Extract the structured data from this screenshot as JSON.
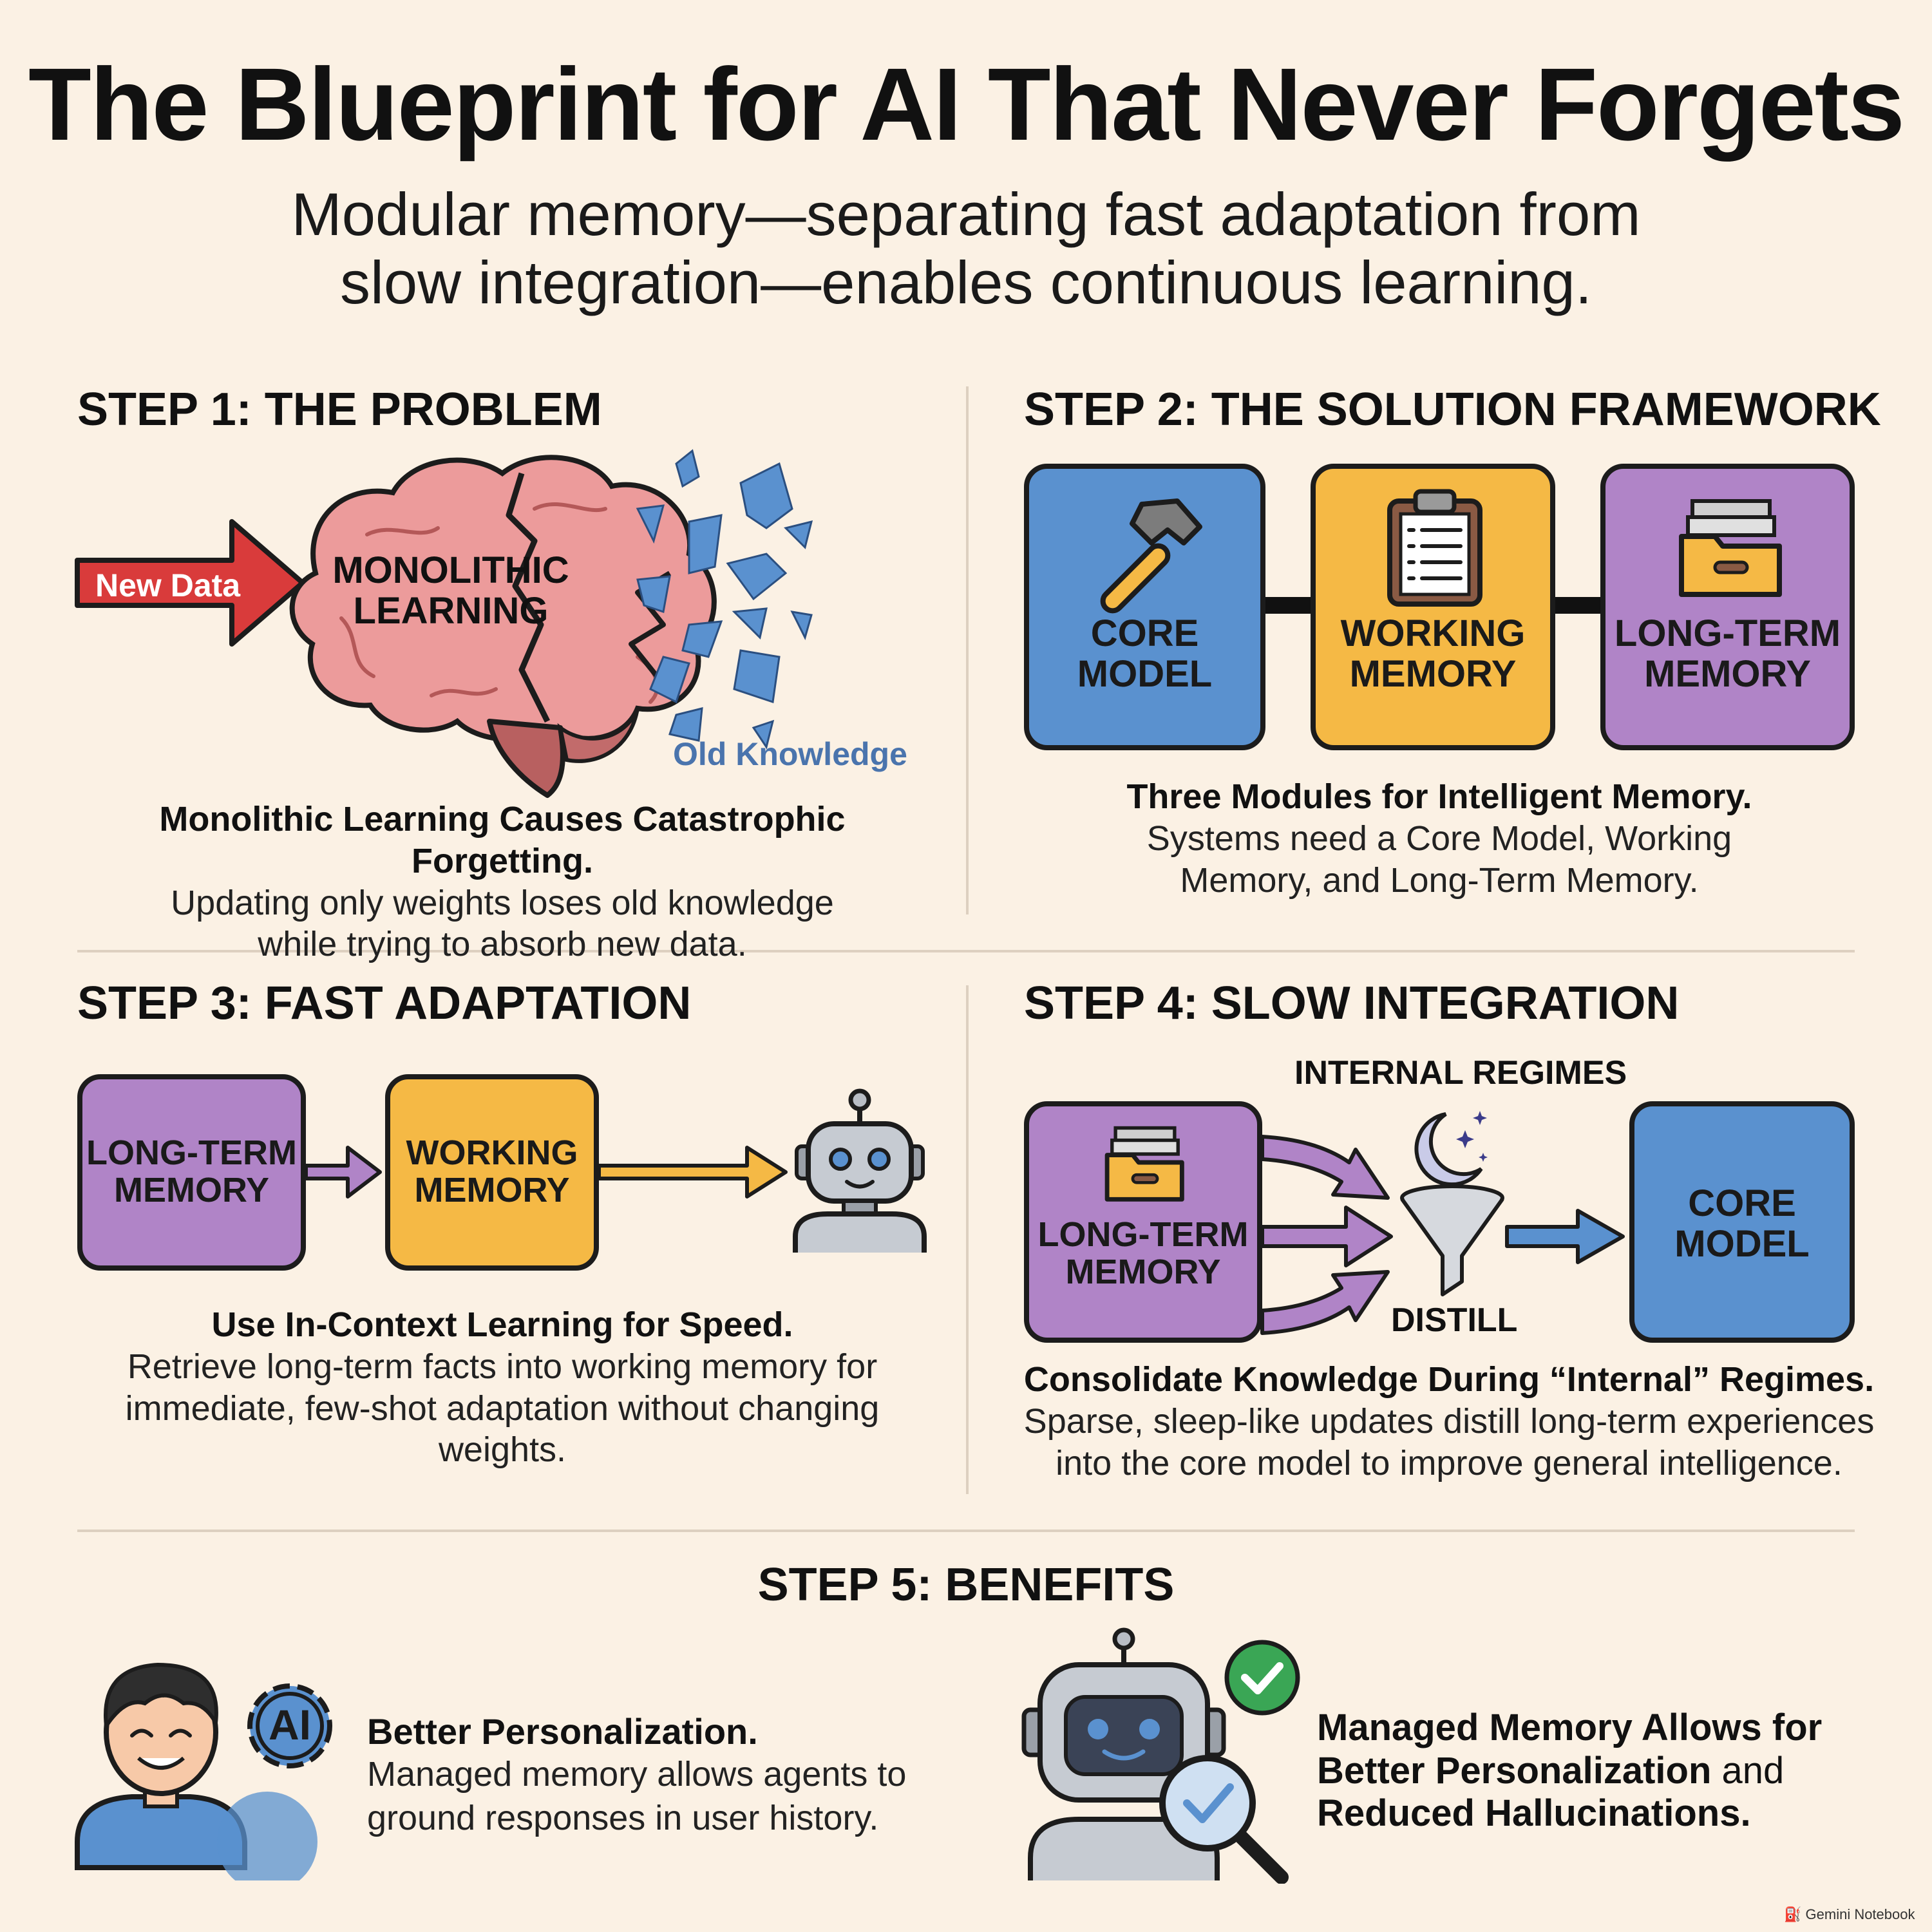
{
  "header": {
    "title": "The Blueprint for AI That Never Forgets",
    "subtitle_line1": "Modular memory—separating fast adaptation from",
    "subtitle_line2": "slow integration—enables continuous learning."
  },
  "step1": {
    "heading": "STEP 1: THE PROBLEM",
    "arrow_label": "New Data",
    "brain_label_line1": "MONOLITHIC",
    "brain_label_line2": "LEARNING",
    "fragments_label": "Old Knowledge",
    "caption_title": "Monolithic Learning Causes Catastrophic Forgetting.",
    "caption_body": "Updating only weights loses old knowledge while trying to absorb new data."
  },
  "step2": {
    "heading": "STEP 2: THE SOLUTION FRAMEWORK",
    "modules": [
      {
        "line1": "CORE",
        "line2": "MODEL",
        "icon": "hammer-icon",
        "color": "#5a91cf"
      },
      {
        "line1": "WORKING",
        "line2": "MEMORY",
        "icon": "clipboard-icon",
        "color": "#f5b945"
      },
      {
        "line1": "LONG-TERM",
        "line2": "MEMORY",
        "icon": "folder-icon",
        "color": "#b084c7"
      }
    ],
    "caption_title": "Three Modules for Intelligent Memory.",
    "caption_body": "Systems need a Core Model, Working Memory, and Long-Term Memory."
  },
  "step3": {
    "heading": "STEP 3: FAST ADAPTATION",
    "box1_line1": "LONG-TERM",
    "box1_line2": "MEMORY",
    "box2_line1": "WORKING",
    "box2_line2": "MEMORY",
    "caption_title": "Use In-Context Learning for Speed.",
    "caption_body": "Retrieve long-term facts into working memory for immediate, few-shot adaptation without changing weights."
  },
  "step4": {
    "heading": "STEP 4: SLOW INTEGRATION",
    "regimes_label": "INTERNAL REGIMES",
    "distill_label": "DISTILL",
    "source_line1": "LONG-TERM",
    "source_line2": "MEMORY",
    "target_line1": "CORE",
    "target_line2": "MODEL",
    "caption_title": "Consolidate Knowledge During “Internal” Regimes.",
    "caption_body": "Sparse, sleep-like updates distill long-term experiences into the core model to improve general intelligence."
  },
  "step5": {
    "heading": "STEP 5: BENEFITS",
    "gear_text": "AI",
    "benefit1_title": "Better Personalization.",
    "benefit1_body": "Managed memory allows agents to ground responses in user history.",
    "benefit2_part1": "Managed Memory Allows for",
    "benefit2_part2": "Better Personalization",
    "benefit2_part3": " and",
    "benefit2_part4": "Reduced Hallucinations."
  },
  "footer": {
    "watermark": "Gemini Notebook"
  },
  "colors": {
    "background": "#fbf1e4",
    "blue": "#5a91cf",
    "orange": "#f5b945",
    "purple": "#b084c7",
    "red_arrow": "#d93b3b",
    "brain": "#ec9b9b"
  }
}
